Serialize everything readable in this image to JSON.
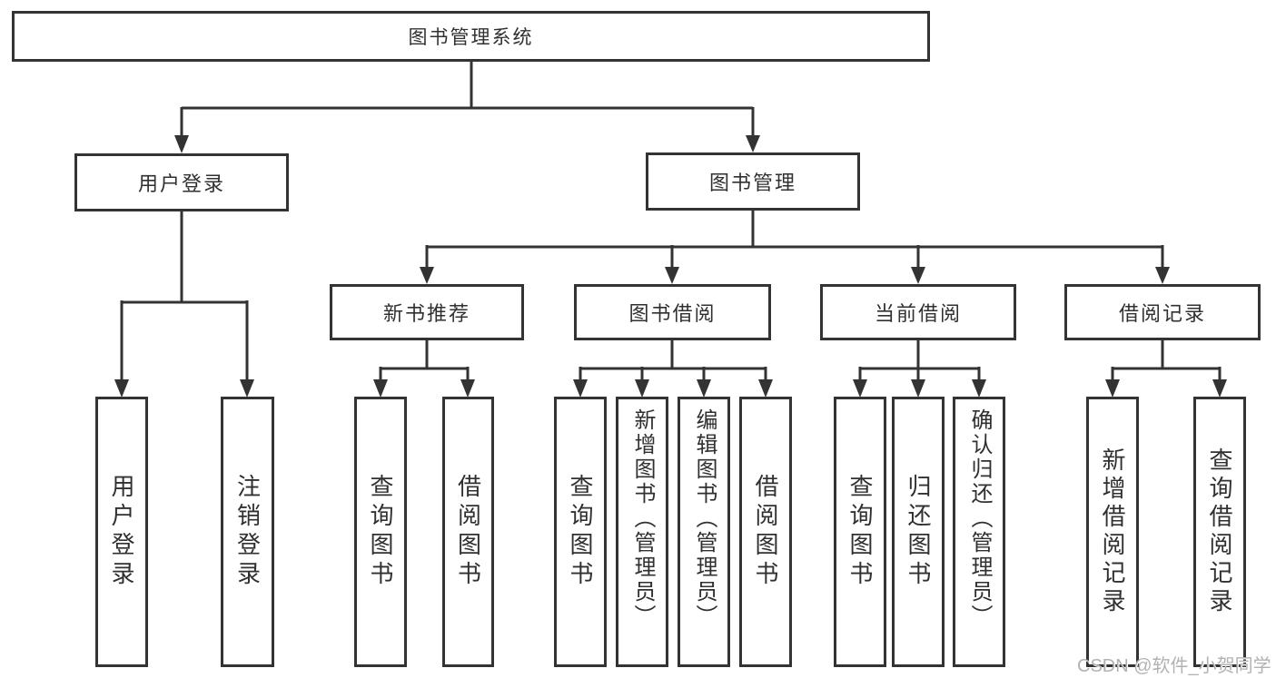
{
  "tree": {
    "label": "图书管理系统",
    "children": [
      {
        "label": "用户登录",
        "children": [
          {
            "label": "用户登录"
          },
          {
            "label": "注销登录"
          }
        ]
      },
      {
        "label": "图书管理",
        "children": [
          {
            "label": "新书推荐",
            "children": [
              {
                "label": "查询图书"
              },
              {
                "label": "借阅图书"
              }
            ]
          },
          {
            "label": "图书借阅",
            "children": [
              {
                "label": "查询图书"
              },
              {
                "label": "新增图书（管理员）"
              },
              {
                "label": "编辑图书（管理员）"
              },
              {
                "label": "借阅图书"
              }
            ]
          },
          {
            "label": "当前借阅",
            "children": [
              {
                "label": "查询图书"
              },
              {
                "label": "归还图书"
              },
              {
                "label": "确认归还（管理员）"
              }
            ]
          },
          {
            "label": "借阅记录",
            "children": [
              {
                "label": "新增借阅记录"
              },
              {
                "label": "查询借阅记录"
              }
            ]
          }
        ]
      }
    ]
  },
  "watermark": "CSDN @软件_小贺同学",
  "colors": {
    "line": "#333333",
    "box_border": "#333333",
    "text": "#303030",
    "watermark": "#b2b2b2",
    "background": "#ffffff"
  }
}
